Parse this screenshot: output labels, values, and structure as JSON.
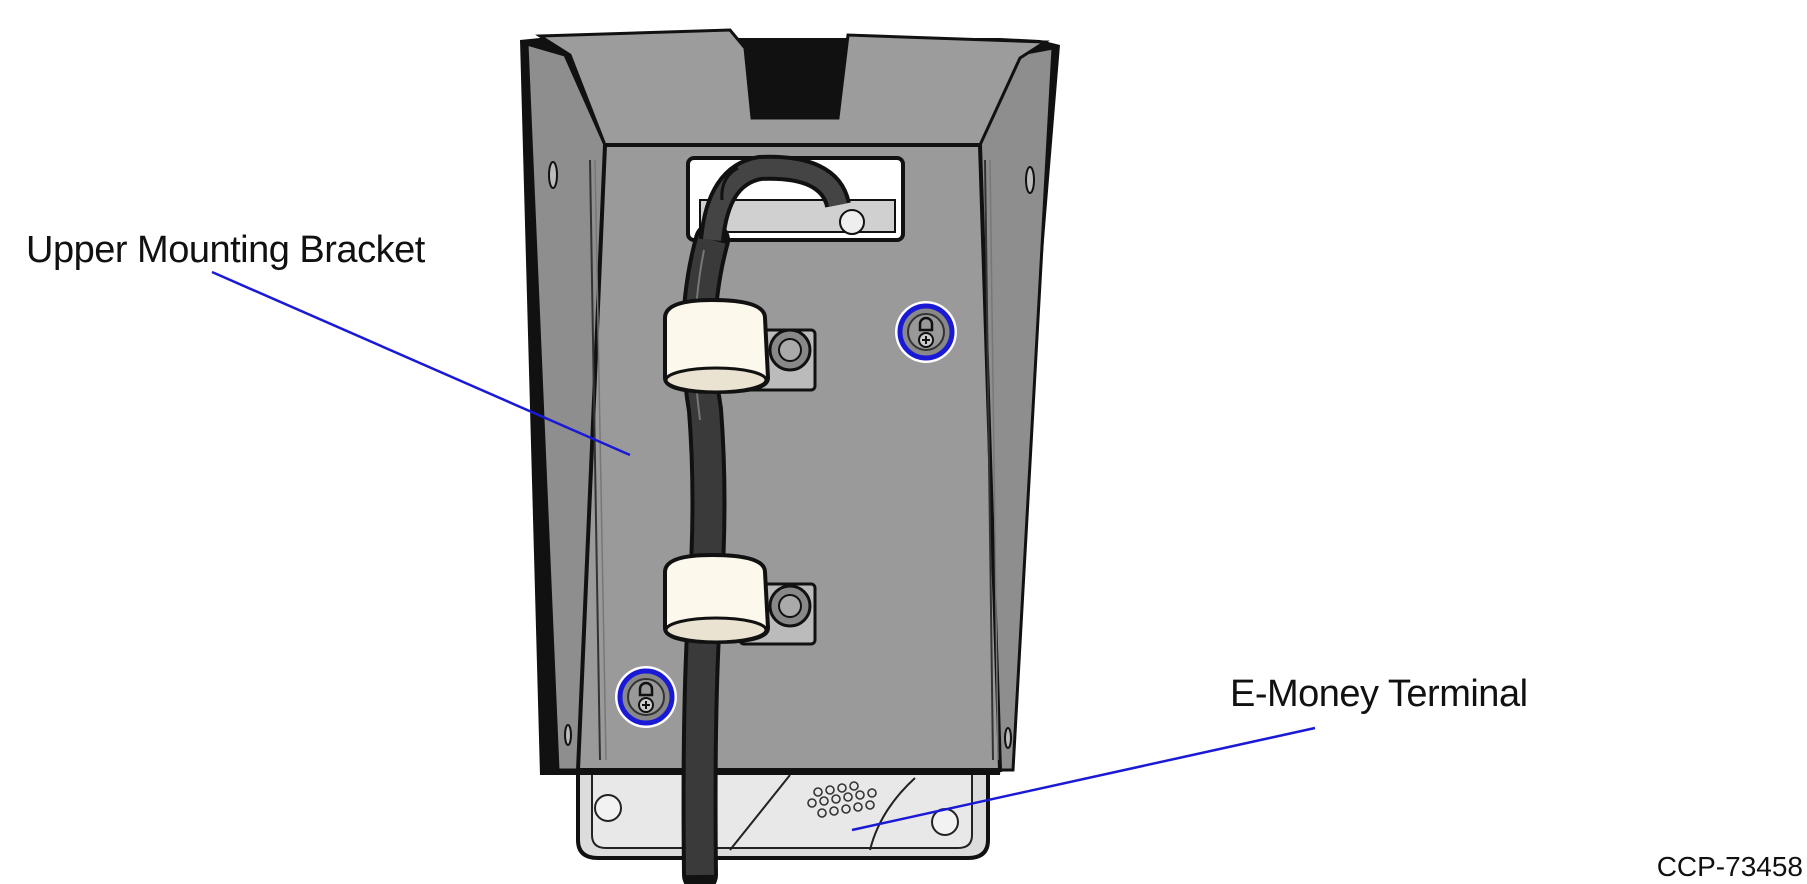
{
  "callouts": {
    "upper_bracket": "Upper Mounting Bracket",
    "terminal": "E-Money Terminal"
  },
  "figure_id": "CCP-73458",
  "colors": {
    "bracket": "#9a9a9a",
    "bracket_side": "#8c8c8c",
    "terminal": "#dcdcdc",
    "cable": "#3a3a3a",
    "clip": "#fdf8ec",
    "leader_line": "#1a1ad6",
    "screw_ring": "#1a1ad6"
  }
}
